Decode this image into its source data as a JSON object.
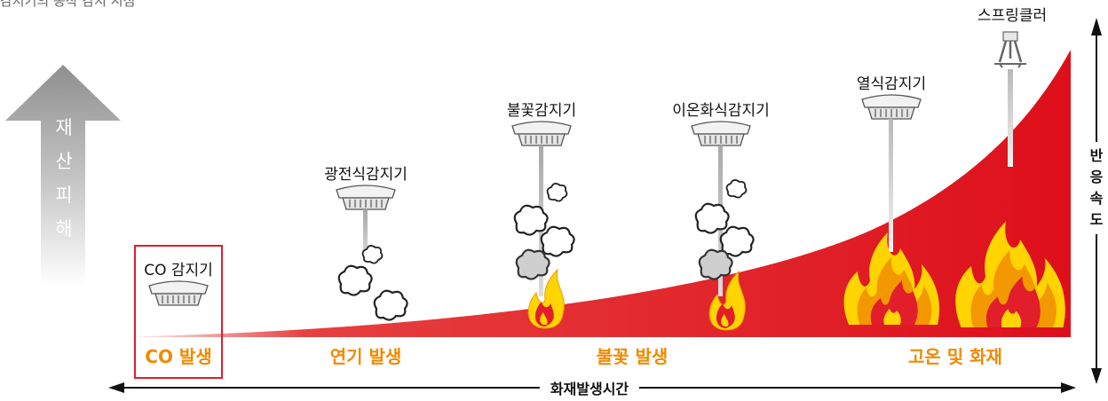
{
  "header": {
    "cut_text": "감지기의 동작 감지 시점"
  },
  "damage_arrow": {
    "chars": [
      "재",
      "산",
      "피",
      "해"
    ]
  },
  "response_speed": {
    "chars": [
      "반",
      "응",
      "속",
      "도"
    ]
  },
  "detectors": [
    {
      "name": "CO 감지기"
    },
    {
      "name": "광전식감지기"
    },
    {
      "name": "불꽃감지기"
    },
    {
      "name": "이온화식감지기"
    },
    {
      "name": "열식감지기"
    },
    {
      "name": "스프링클러"
    }
  ],
  "stages": [
    {
      "label": "CO 발생"
    },
    {
      "label": "연기 발생"
    },
    {
      "label": "불꽃 발생"
    },
    {
      "label": "고온 및 화재"
    }
  ],
  "time_axis": {
    "label": "화재발생시간"
  },
  "colors": {
    "fire_red": "#e11e2a",
    "stage_orange": "#f08a00",
    "flame_yellow": "#ffd400",
    "smoke_gray": "#8c8c8c"
  }
}
